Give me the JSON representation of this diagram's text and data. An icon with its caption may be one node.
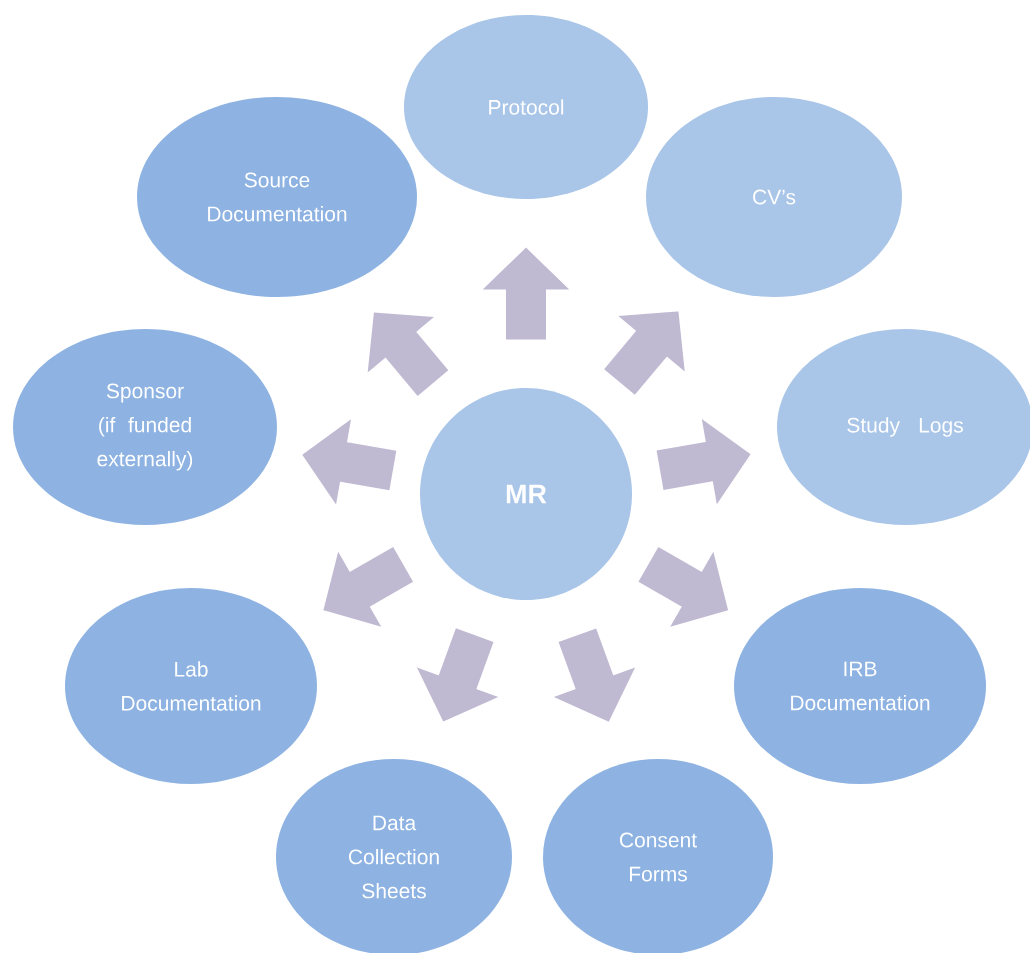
{
  "diagram": {
    "nodes": [
      {
        "text": [
          "MR"
        ]
      },
      {
        "text": [
          "Protocol"
        ]
      },
      {
        "text": [
          "CV’s"
        ]
      },
      {
        "text": [
          "Study Logs"
        ]
      },
      {
        "text": [
          "IRB Documentation"
        ]
      },
      {
        "text": [
          "Consent Forms"
        ]
      },
      {
        "text": [
          "Data Collection Sheets"
        ]
      },
      {
        "text": [
          "Lab Documentation"
        ]
      },
      {
        "text": [
          "Sponsor (if funded externally)"
        ]
      },
      {
        "text": [
          "Source Documentation"
        ]
      }
    ],
    "edges": [
      {
        "from": 0,
        "to": 1,
        "arrow": "to"
      },
      {
        "from": 0,
        "to": 2,
        "arrow": "to"
      },
      {
        "from": 0,
        "to": 3,
        "arrow": "to"
      },
      {
        "from": 0,
        "to": 4,
        "arrow": "to"
      },
      {
        "from": 0,
        "to": 5,
        "arrow": "to"
      },
      {
        "from": 0,
        "to": 6,
        "arrow": "to"
      },
      {
        "from": 0,
        "to": 7,
        "arrow": "to"
      },
      {
        "from": 0,
        "to": 8,
        "arrow": "to"
      },
      {
        "from": 0,
        "to": 9,
        "arrow": "to"
      }
    ]
  }
}
